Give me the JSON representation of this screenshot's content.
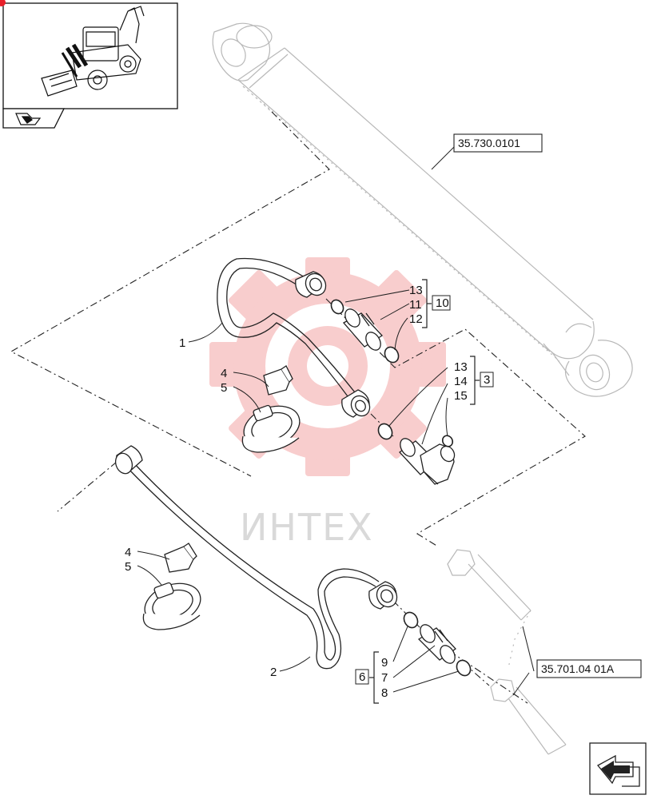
{
  "watermark": {
    "text": "ИНТЕХ",
    "color": "#f4a5a5"
  },
  "references": {
    "cylinder": "35.730.0101",
    "tube": "35.701.04 01A"
  },
  "callouts": {
    "c1": "1",
    "c2": "2",
    "c4a": "4",
    "c5a": "5",
    "c4b": "4",
    "c5b": "5",
    "c13a": "13",
    "c11": "11",
    "c12": "12",
    "kit10": "10",
    "c13b": "13",
    "c14": "14",
    "c15": "15",
    "kit3": "3",
    "c9": "9",
    "c7": "7",
    "c8": "8",
    "kit6": "6"
  },
  "icons": {
    "thumbnail": "backhoe-loader-thumbnail",
    "thumbnail_tab": "book-page-icon",
    "nav": "next-page-arrow-icon"
  },
  "colors": {
    "line": "#222222",
    "ghost": "#b8b8b8",
    "marker": "#e8202a"
  }
}
